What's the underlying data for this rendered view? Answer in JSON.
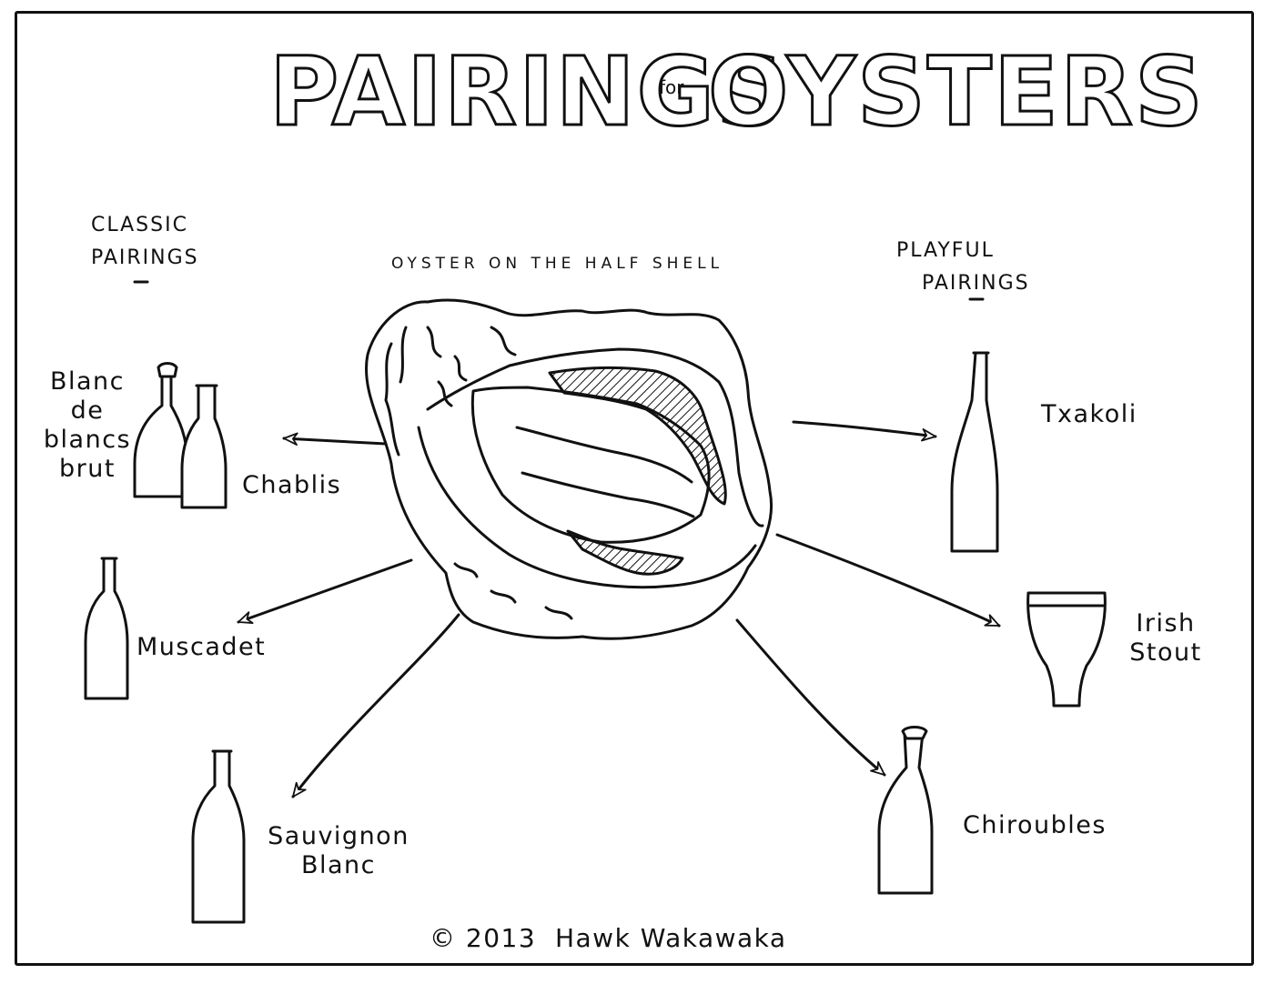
{
  "title": {
    "word1": "PAIRINGS",
    "connector": "for",
    "word2": "OYSTERS"
  },
  "caption": "OYSTER ON THE HALF SHELL",
  "classic": {
    "heading_line1": "CLASSIC",
    "heading_line2": "PAIRINGS",
    "items": [
      {
        "lines": [
          "Blanc",
          "de",
          "blancs",
          "brut"
        ],
        "vessel": "wine-bottle-icon"
      },
      {
        "lines": [
          "Chablis"
        ],
        "vessel": "wine-bottle-icon"
      },
      {
        "lines": [
          "Muscadet"
        ],
        "vessel": "wine-bottle-icon"
      },
      {
        "lines": [
          "Sauvignon",
          "Blanc"
        ],
        "vessel": "wine-bottle-icon"
      }
    ]
  },
  "playful": {
    "heading_line1": "PLAYFUL",
    "heading_line2": "PAIRINGS",
    "items": [
      {
        "lines": [
          "Txakoli"
        ],
        "vessel": "wine-bottle-icon"
      },
      {
        "lines": [
          "Irish",
          "Stout"
        ],
        "vessel": "pint-glass-icon"
      },
      {
        "lines": [
          "Chiroubles"
        ],
        "vessel": "wine-bottle-icon"
      }
    ]
  },
  "credit": "© 2013  Hawk Wakawaka",
  "colors": {
    "ink": "#111111",
    "paper": "#ffffff"
  }
}
